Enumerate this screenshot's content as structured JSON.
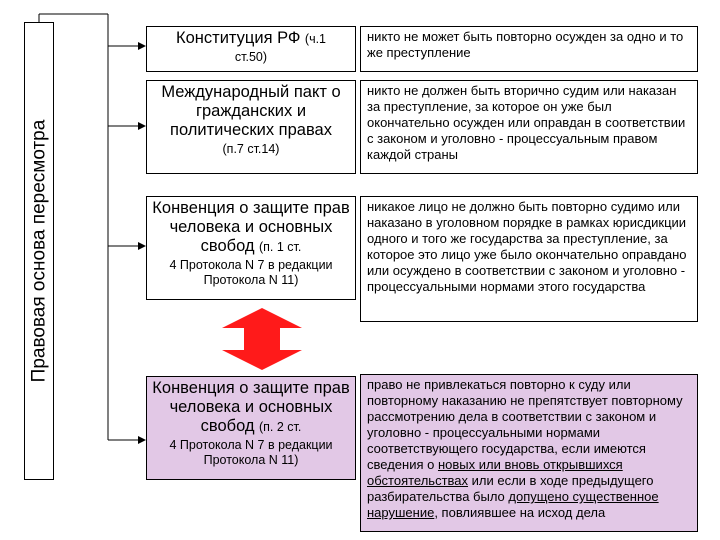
{
  "side_label": "Правовая основа пересмотра",
  "rows": [
    {
      "source_main": "Конституция РФ",
      "source_inline": "(ч.1",
      "source_sub": "ст.50)",
      "text_parts": [
        "никто не может быть повторно осужден за одно и то же преступление"
      ]
    },
    {
      "source_main": "Международный пакт о гражданских и политических правах",
      "source_inline": "",
      "source_sub": "(п.7 ст.14)",
      "text_parts": [
        "никто не должен быть вторично судим или наказан за преступление, за которое он уже был окончательно осужден или оправдан в соответствии с законом и уголовно - процессуальным правом каждой страны"
      ]
    },
    {
      "source_main": "Конвенция о защите прав человека и основных свобод",
      "source_inline": "(п. 1 ст.",
      "source_sub": "4 Протокола N 7 в редакции Протокола N 11)",
      "text_parts": [
        "никакое лицо не должно быть повторно судимо или наказано в уголовном порядке в рамках юрисдикции одного и того же государства за преступление, за которое это лицо уже было окончательно оправдано или осуждено в соответствии с законом и уголовно - процессуальными нормами этого государства"
      ]
    },
    {
      "source_main": "Конвенция о защите прав человека и основных свобод",
      "source_inline": "(п. 2 ст.",
      "source_sub": "4 Протокола N 7 в редакции Протокола N 11)",
      "text_parts": [
        "право не привлекаться повторно к суду или повторному наказанию не препятствует повторному рассмотрению дела в соответствии с законом и уголовно - процессуальными нормами соответствующего государства, если имеются сведения о ",
        "новых или вновь открывшихся обстоятельствах",
        " или если в ходе предыдущего разбирательства было ",
        "допущено существенное нарушение",
        ", повлиявшее на исход дела"
      ]
    }
  ],
  "colors": {
    "highlight_fill": "#e2c8e6",
    "arrow_fill": "#ff1a1a",
    "line": "#000000"
  }
}
